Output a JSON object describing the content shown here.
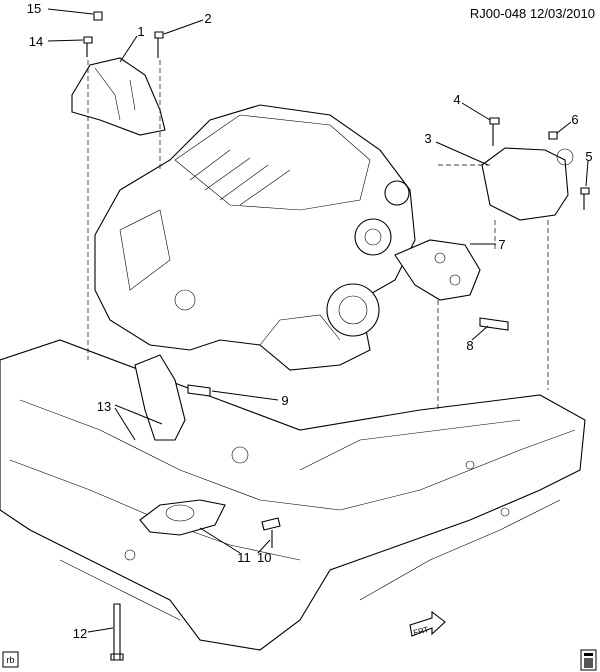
{
  "header": {
    "diagram_id": "RJ00-048",
    "date": "12/03/2010"
  },
  "callouts": {
    "c1": "1",
    "c2": "2",
    "c3": "3",
    "c4": "4",
    "c5": "5",
    "c6": "6",
    "c7": "7",
    "c8": "8",
    "c9": "9",
    "c10": "10",
    "c11": "11",
    "c12": "12",
    "c13": "13",
    "c14": "14",
    "c15": "15"
  },
  "front_arrow": "FRT",
  "corner_badge": "rb"
}
